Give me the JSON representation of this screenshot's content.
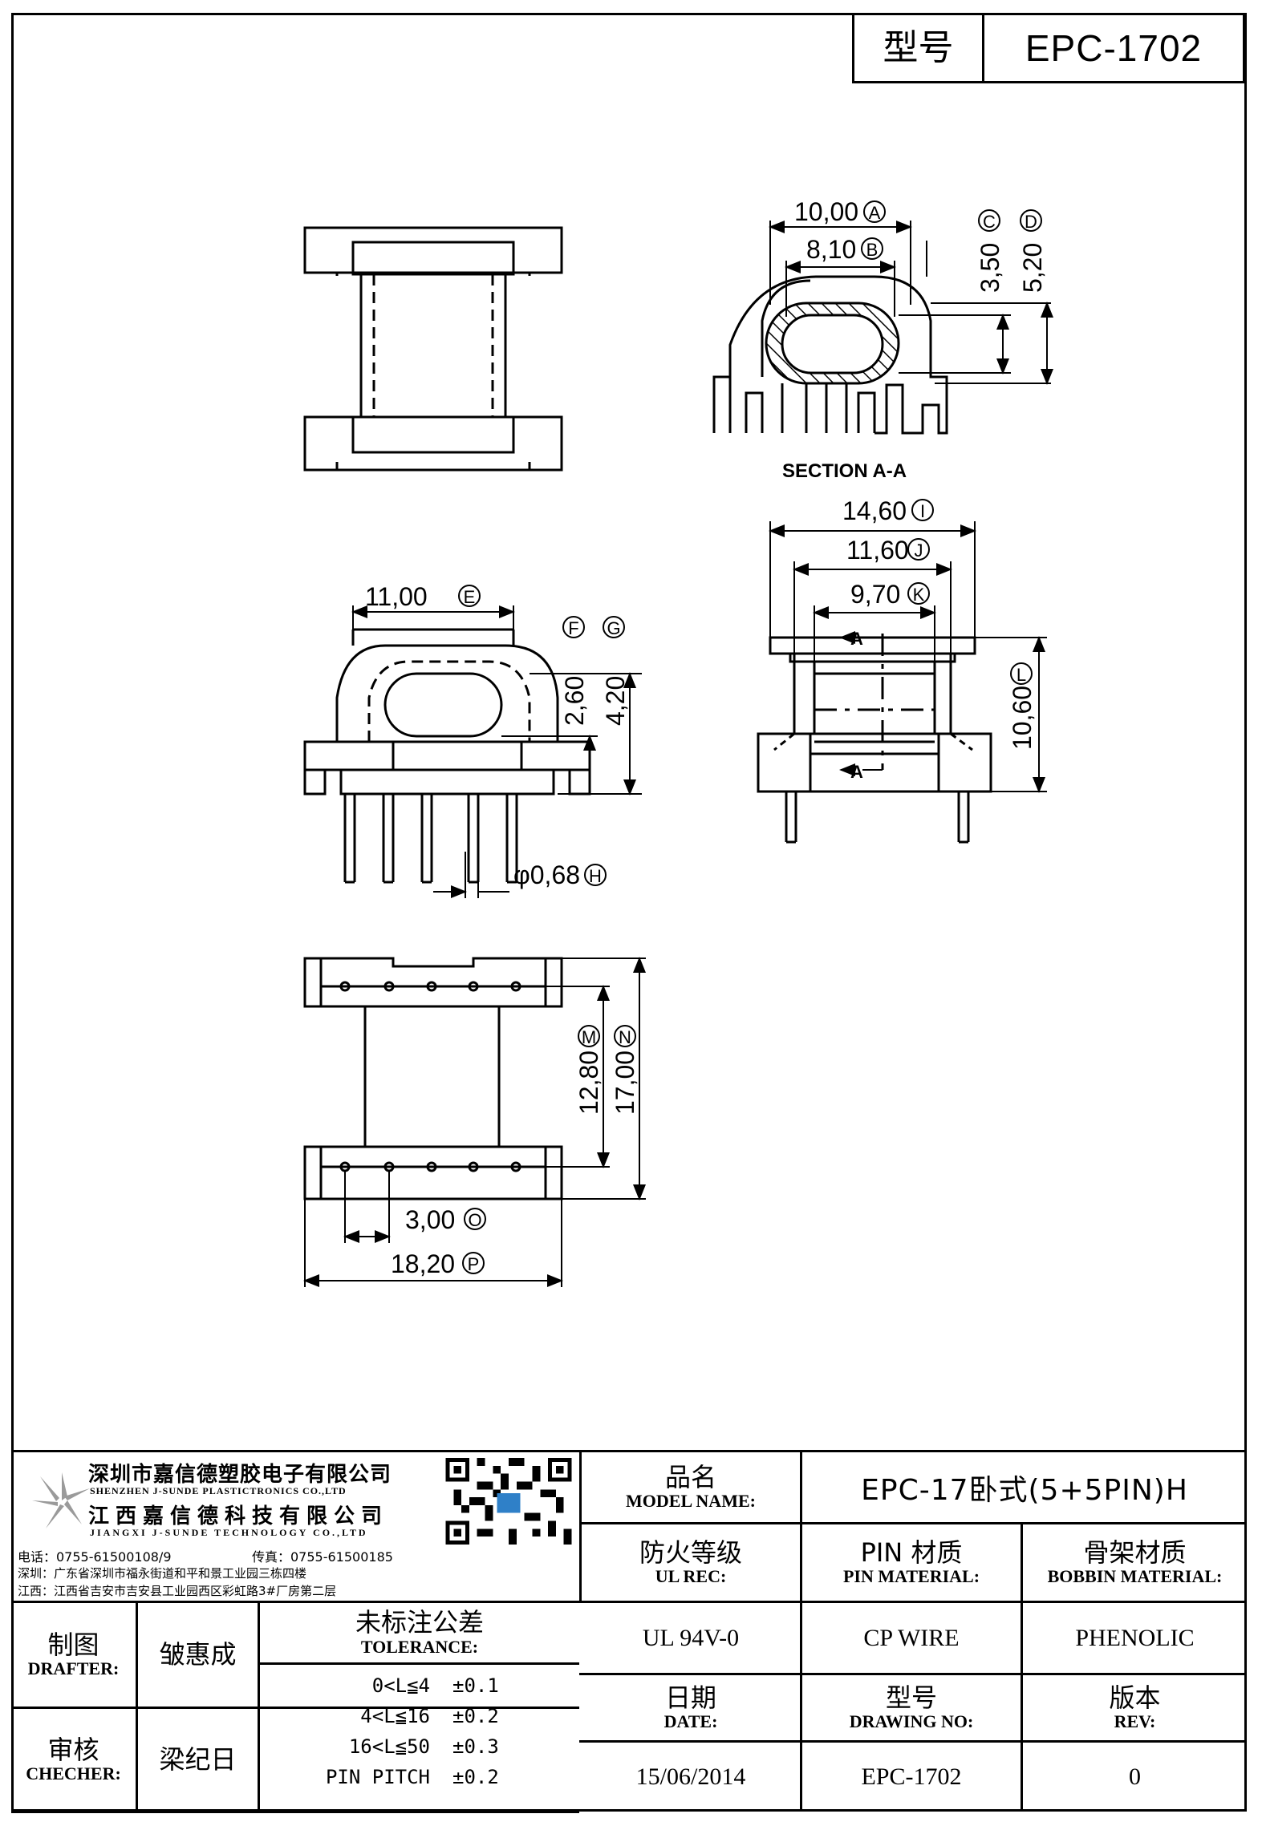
{
  "header": {
    "model_label": "型号",
    "model_value": "EPC-1702"
  },
  "drawing": {
    "section_label": "SECTION A-A",
    "section_marker": "A",
    "dims": {
      "A": {
        "value": "10,00",
        "letter": "A"
      },
      "B": {
        "value": "8,10",
        "letter": "B"
      },
      "C": {
        "value": "3,50",
        "letter": "C"
      },
      "D": {
        "value": "5,20",
        "letter": "D"
      },
      "E": {
        "value": "11,00",
        "letter": "E"
      },
      "F": {
        "value": "2,60",
        "letter": "F"
      },
      "G": {
        "value": "4,20",
        "letter": "G"
      },
      "H": {
        "value": "φ0,68",
        "letter": "H"
      },
      "I": {
        "value": "14,60",
        "letter": "I"
      },
      "J": {
        "value": "11,60",
        "letter": "J"
      },
      "K": {
        "value": "9,70",
        "letter": "K"
      },
      "L": {
        "value": "10,60",
        "letter": "L"
      },
      "M": {
        "value": "12,80",
        "letter": "M"
      },
      "N": {
        "value": "17,00",
        "letter": "N"
      },
      "O": {
        "value": "3,00",
        "letter": "O"
      },
      "P": {
        "value": "18,20",
        "letter": "P"
      }
    }
  },
  "company": {
    "name_cn_1": "深圳市嘉信德塑胶电子有限公司",
    "name_en_1": "SHENZHEN J-SUNDE PLASTICTRONICS CO.,LTD",
    "name_cn_2": "江西嘉信德科技有限公司",
    "name_en_2": "JIANGXI J-SUNDE TECHNOLOGY CO.,LTD",
    "phone": "电话：0755-61500108/9",
    "fax": "传真：0755-61500185",
    "addr_sz": "深圳：广东省深圳市福永街道和平和景工业园三栋四楼",
    "addr_jx": "江西：江西省吉安市吉安县工业园西区彩虹路3#厂房第二层"
  },
  "title_block": {
    "model_name_cn": "品名",
    "model_name_en": "MODEL NAME:",
    "model_name_value": "EPC-17卧式(5+5PIN)H",
    "ul_cn": "防火等级",
    "ul_en": "UL REC:",
    "pin_cn": "PIN 材质",
    "pin_en": "PIN MATERIAL:",
    "bobbin_cn": "骨架材质",
    "bobbin_en": "BOBBIN MATERIAL:",
    "ul_value": "UL 94V-0",
    "pin_value": "CP WIRE",
    "bobbin_value": "PHENOLIC",
    "drafter_cn": "制图",
    "drafter_en": "DRAFTER:",
    "drafter_name": "皱惠成",
    "checker_cn": "审核",
    "checker_en": "CHECHER:",
    "checker_name": "梁纪日",
    "tolerance_cn": "未标注公差",
    "tolerance_en": "TOLERANCE:",
    "tolerances": [
      {
        "range": "0<L≦4",
        "value": "±0.1"
      },
      {
        "range": "4<L≦16",
        "value": "±0.2"
      },
      {
        "range": "16<L≦50",
        "value": "±0.3"
      },
      {
        "range": "PIN PITCH",
        "value": "±0.2"
      }
    ],
    "date_cn": "日期",
    "date_en": "DATE:",
    "drawing_cn": "型号",
    "drawing_en": "DRAWING NO:",
    "rev_cn": "版本",
    "rev_en": "REV:",
    "date_value": "15/06/2014",
    "drawing_value": "EPC-1702",
    "rev_value": "0"
  }
}
